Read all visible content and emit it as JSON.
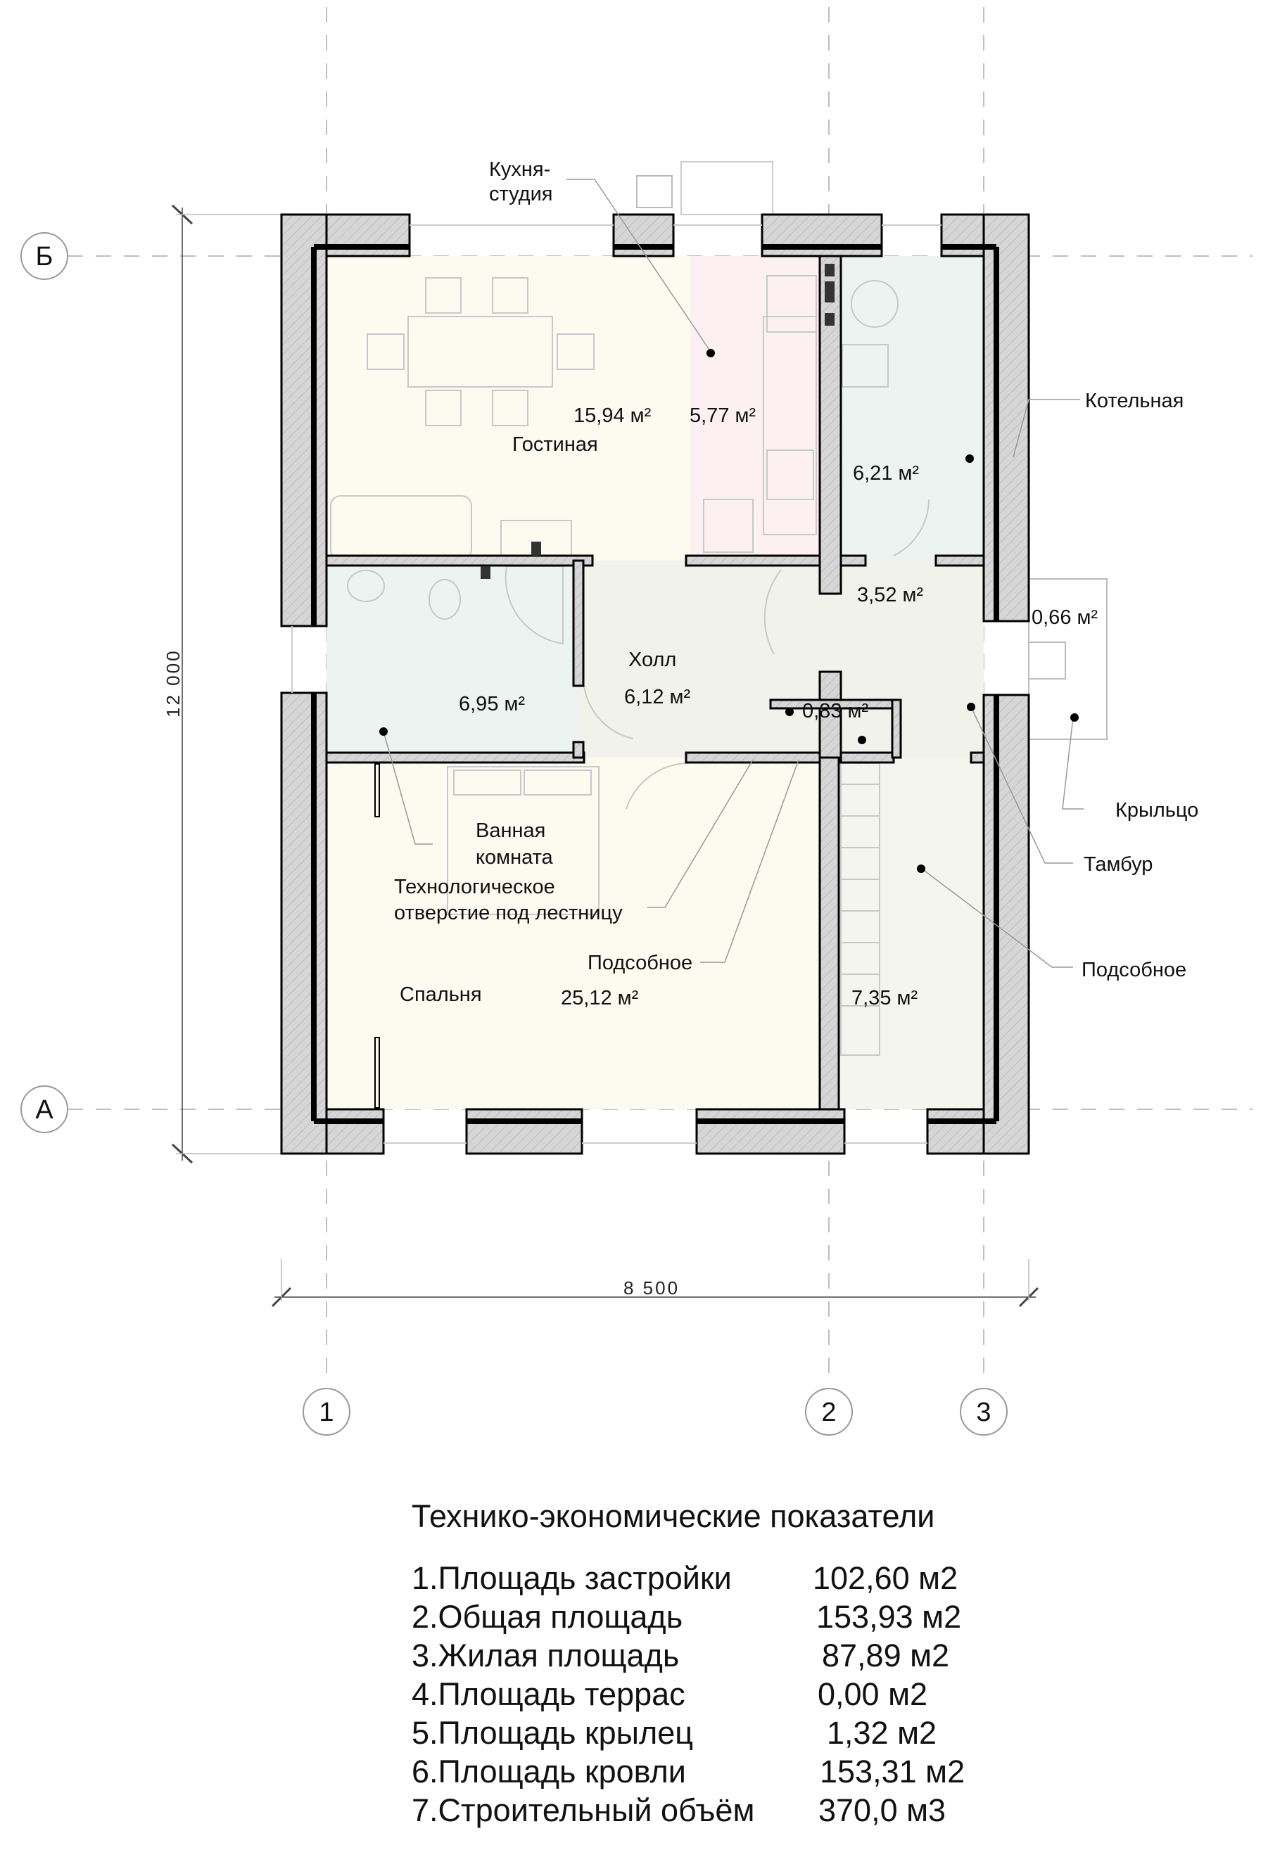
{
  "axes": {
    "b": "Б",
    "a": "А",
    "n1": "1",
    "n2": "2",
    "n3": "3"
  },
  "dimensions": {
    "height": "12 000",
    "width": "8 500"
  },
  "rooms": {
    "living": {
      "name": "Гостиная",
      "area": "15,94 м²"
    },
    "kitchen": {
      "name": "Кухня-",
      "name2": "студия",
      "area": "5,77 м²"
    },
    "boiler": {
      "name": "Котельная",
      "area": "6,21 м²"
    },
    "vestibule": {
      "name": "Тамбур",
      "area": "3,52 м²"
    },
    "porch": {
      "name": "Крыльцо",
      "area": "0,66 м²"
    },
    "hall": {
      "name": "Холл",
      "area": "6,12 м²"
    },
    "bathroom": {
      "name": "Ванная",
      "name2": "комната",
      "area": "6,95 м²"
    },
    "storage_small": {
      "name": "Подсобное",
      "area": "0,83 м²"
    },
    "stair_opening": {
      "name": "Технологическое",
      "name2": "отверстие под лестницу"
    },
    "bedroom": {
      "name": "Спальня",
      "area": "25,12 м²"
    },
    "storage": {
      "name": "Подсобное",
      "area": "7,35 м²"
    }
  },
  "indicators": {
    "title": "Технико-экономические показатели",
    "rows": [
      {
        "label": "1.Площадь застройки",
        "value": "102,60 м2"
      },
      {
        "label": "2.Общая площадь",
        "value": "153,93 м2"
      },
      {
        "label": "3.Жилая площадь",
        "value": "87,89 м2"
      },
      {
        "label": "4.Площадь террас",
        "value": "0,00 м2"
      },
      {
        "label": "5.Площадь крылец",
        "value": "1,32 м2"
      },
      {
        "label": "6.Площадь кровли",
        "value": "153,31 м2"
      },
      {
        "label": "7.Строительный объём",
        "value": "370,0 м3"
      }
    ]
  },
  "colors": {
    "living": "#fbfbf0",
    "kitchen": "#fdf0f2",
    "wet": "#edf3f1",
    "hall": "#f2f2ec",
    "wall": "#d9d9d9"
  }
}
